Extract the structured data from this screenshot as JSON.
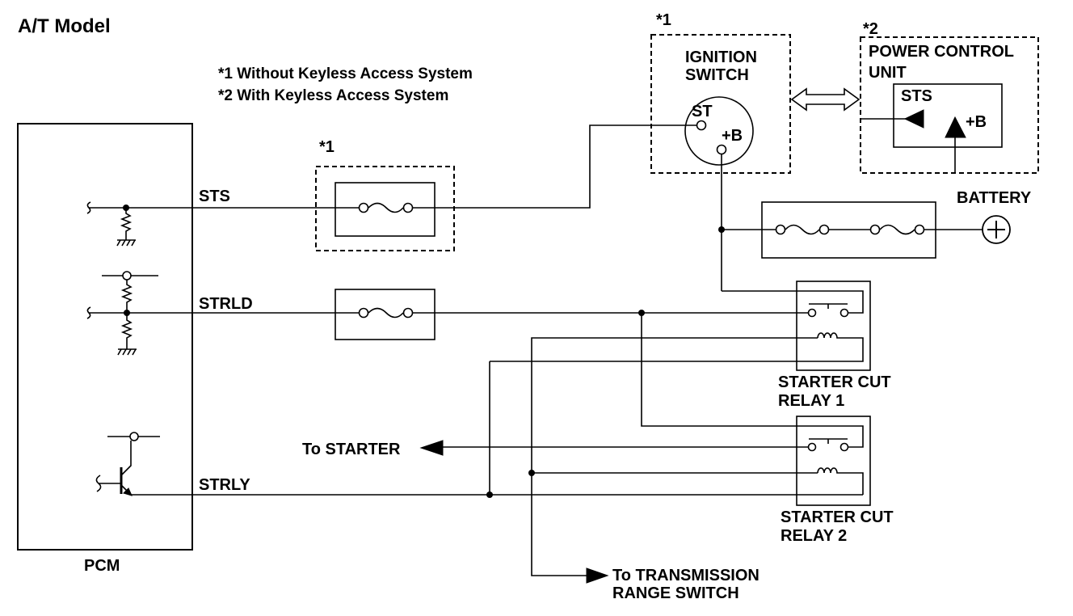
{
  "title": "A/T Model",
  "notes": [
    "*1 Without Keyless Access System",
    "*2 With Keyless Access System"
  ],
  "ignition_switch": {
    "marker": "*1",
    "label_line1": "IGNITION",
    "label_line2": "SWITCH",
    "terminal_st": "ST",
    "terminal_b": "+B"
  },
  "power_control_unit": {
    "marker": "*2",
    "label_line1": "POWER CONTROL",
    "label_line2": "UNIT",
    "terminal_sts": "STS",
    "terminal_b": "+B"
  },
  "sts_fuse_marker": "*1",
  "battery": {
    "label": "BATTERY"
  },
  "pcm": {
    "label": "PCM",
    "signals": {
      "sts": "STS",
      "strld": "STRLD",
      "strly": "STRLY"
    }
  },
  "relay1": {
    "label_line1": "STARTER CUT",
    "label_line2": "RELAY 1"
  },
  "relay2": {
    "label_line1": "STARTER CUT",
    "label_line2": "RELAY 2"
  },
  "to_starter": "To STARTER",
  "to_transmission_range_switch": {
    "line1": "To TRANSMISSION",
    "line2": "RANGE SWITCH"
  }
}
